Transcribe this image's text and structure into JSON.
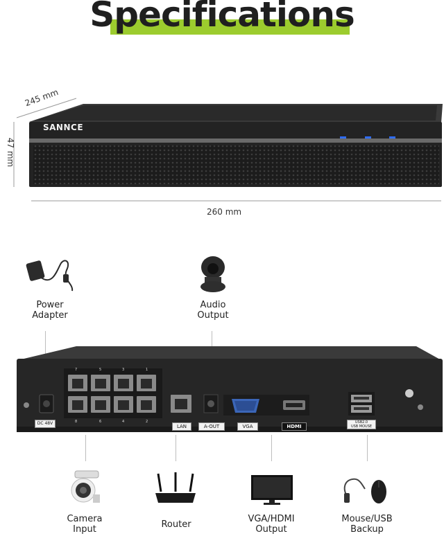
{
  "title": "Specifications",
  "dimensions": {
    "depth": "245 mm",
    "height": "47 mm",
    "width": "260 mm"
  },
  "brand": "SANNCE",
  "accessories_top": [
    {
      "name": "power-adapter",
      "label": "Power\nAdapter"
    },
    {
      "name": "audio-output",
      "label": "Audio\nOutput"
    }
  ],
  "accessories_bottom": [
    {
      "name": "camera-input",
      "label": "Camera\nInput"
    },
    {
      "name": "router",
      "label": "Router"
    },
    {
      "name": "vga-hdmi-output",
      "label": "VGA/HDMI\nOutput"
    },
    {
      "name": "mouse-usb-backup",
      "label": "Mouse/USB\nBackup"
    }
  ],
  "rear_panel": {
    "power": "DC 48V",
    "poe_numbers_top": [
      "7",
      "5",
      "3",
      "1"
    ],
    "poe_numbers_bottom": [
      "8",
      "6",
      "4",
      "2"
    ],
    "lan": "LAN",
    "audio_out": "A-OUT",
    "vga": "VGA",
    "hdmi": "HDMI",
    "usb": "USB2.0\nUSB MOUSE"
  },
  "colors": {
    "accent_green": "#9ccc2e",
    "device_body": "#2a2a2a",
    "led_blue": "#2f6dff"
  }
}
